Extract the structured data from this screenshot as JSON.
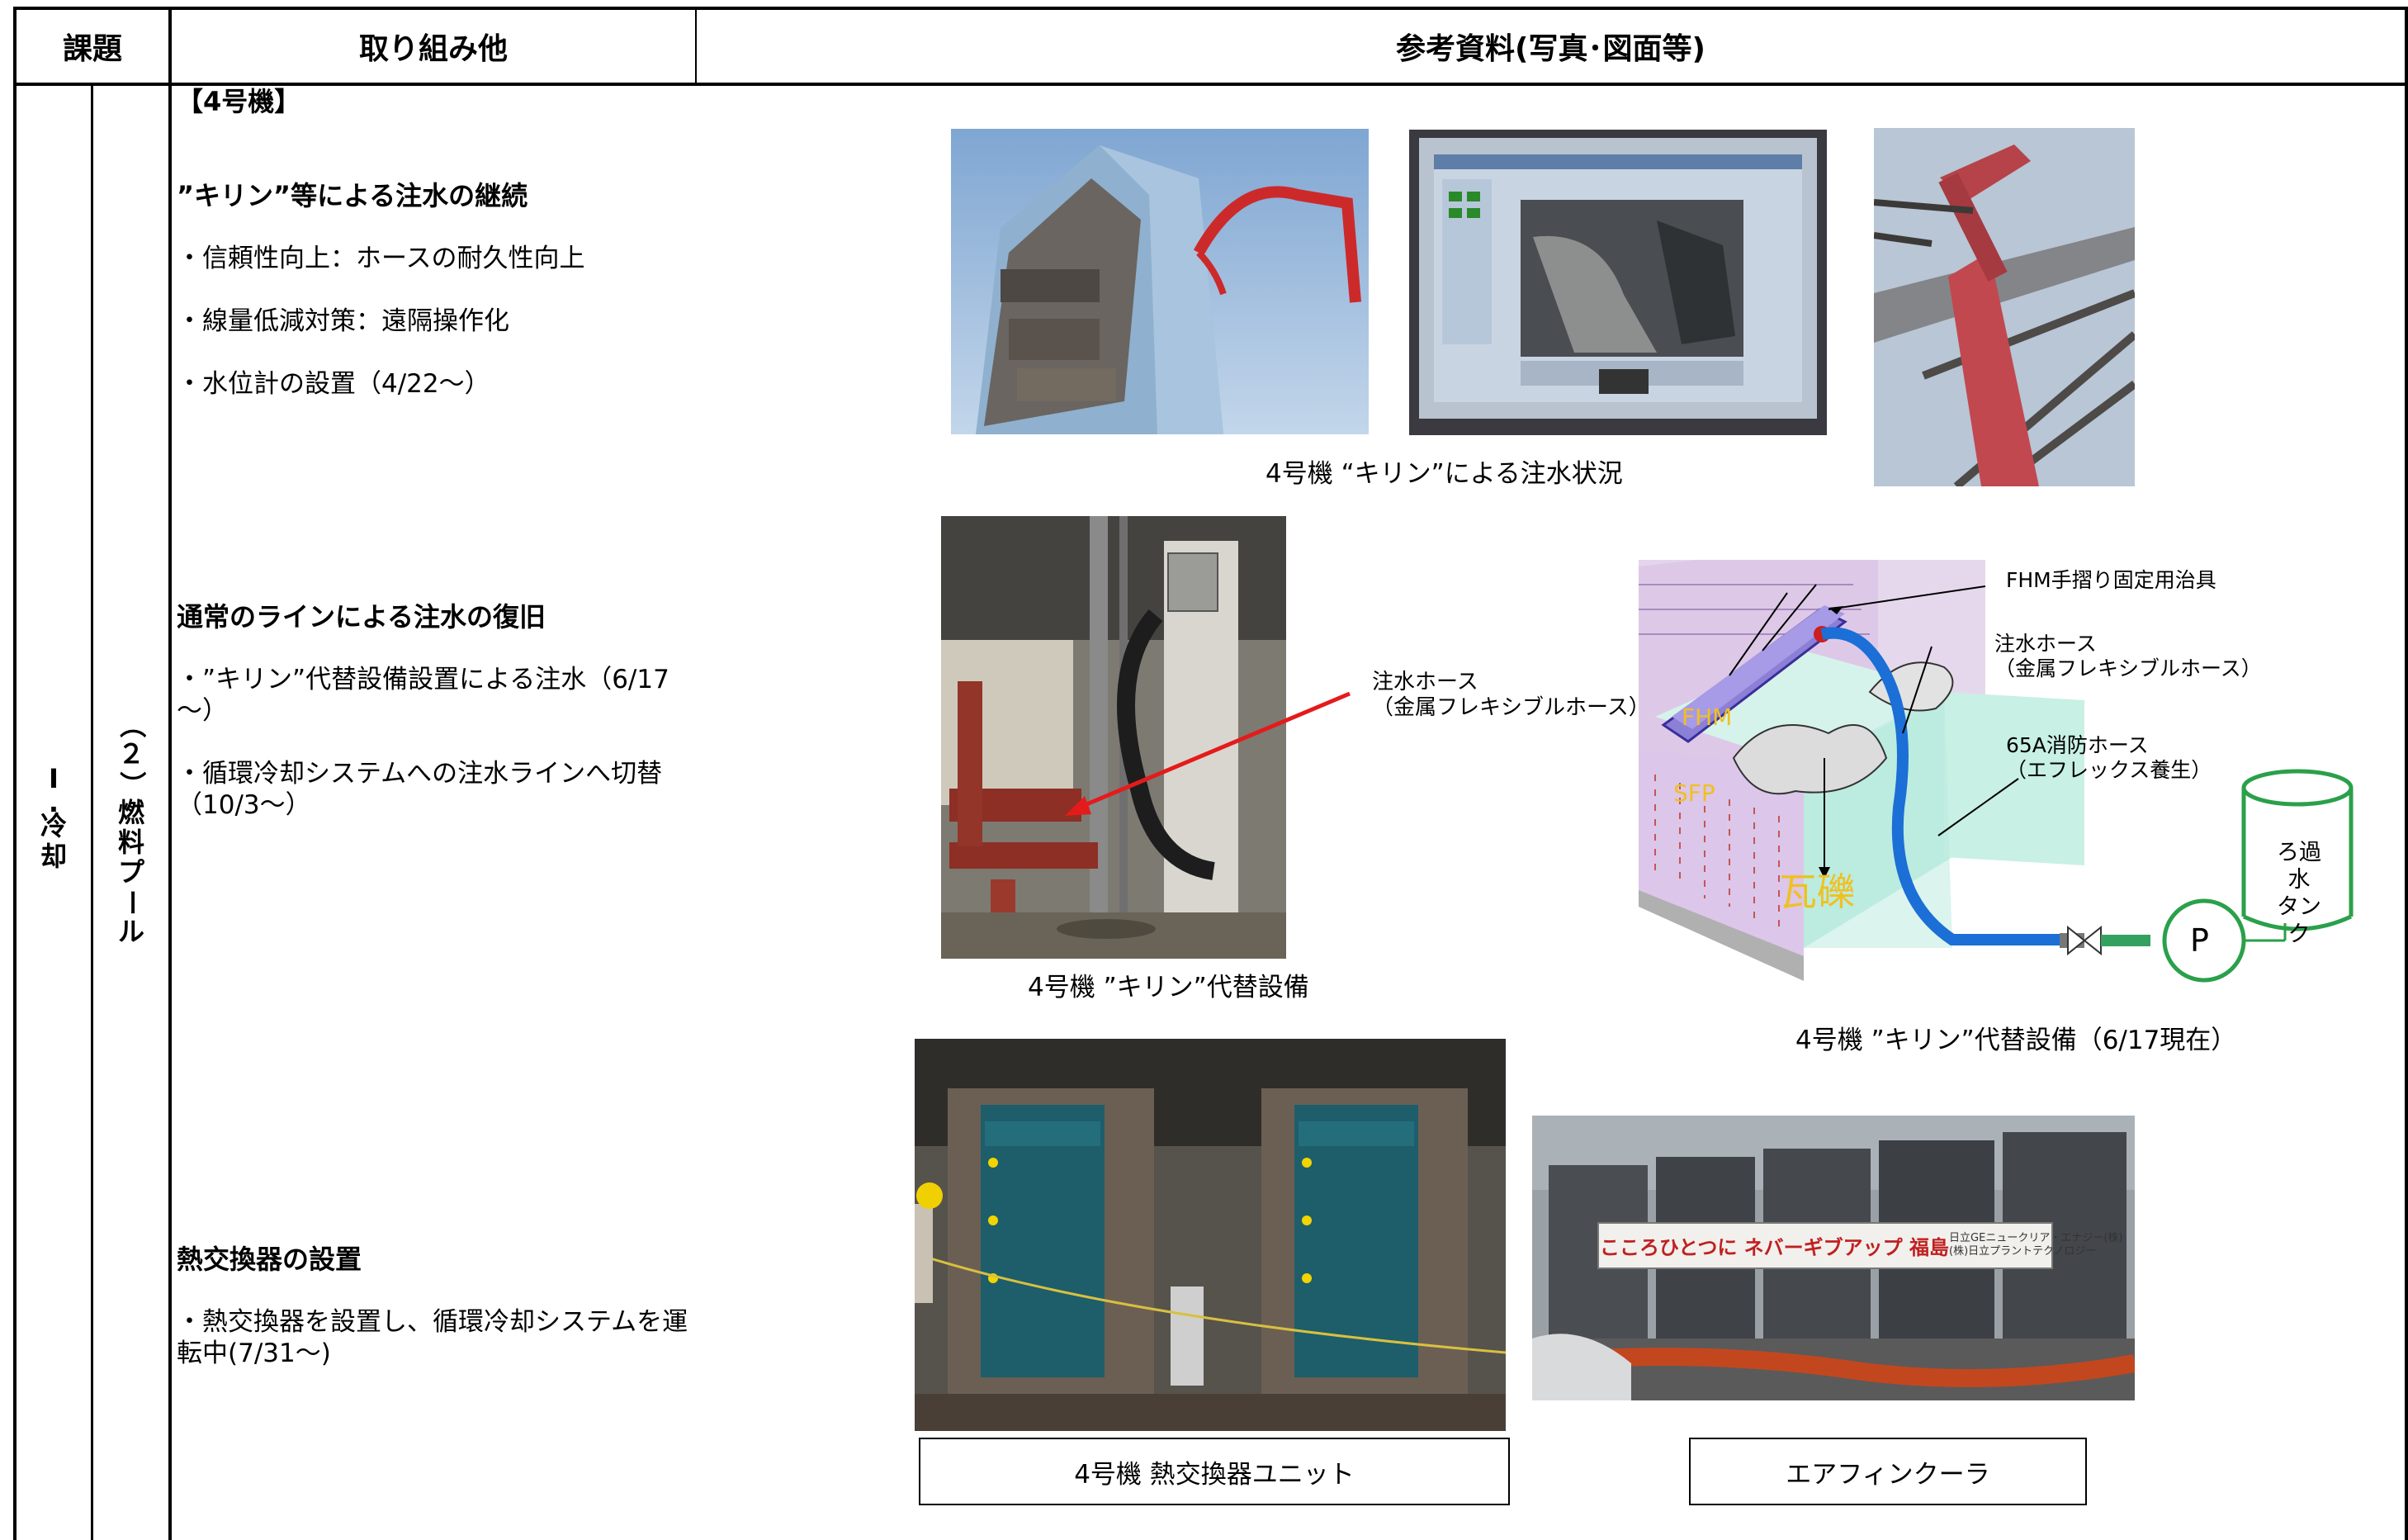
{
  "header": {
    "col1": "課題",
    "col2": "取り組み他",
    "col3": "参考資料(写真･図面等)"
  },
  "row_label": {
    "category": [
      "Ⅰ",
      ".",
      "冷",
      "却"
    ],
    "subcategory": [
      "（",
      "２",
      "）",
      "燃",
      "料",
      "プ",
      "ー",
      "ル"
    ]
  },
  "unit_title": "【4号機】",
  "section1": {
    "title": "”キリン”等による注水の継続",
    "lines": [
      "・信頼性向上：ホースの耐久性向上",
      "・線量低減対策：遠隔操作化",
      "・水位計の設置（4/22～）"
    ]
  },
  "section2": {
    "title": "通常のラインによる注水の復旧",
    "lines": [
      "・”キリン”代替設備設置による注水（6/17～）",
      "・循環冷却システムへの注水ラインへ切替（10/3～）"
    ]
  },
  "section3": {
    "title": "熱交換器の設置",
    "lines": [
      "・熱交換器を設置し、循環冷却システムを運転中(7/31～)"
    ]
  },
  "captions": {
    "giraffe": "4号機 “キリン”による注水状況",
    "alt_equipment": "4号機 ”キリン”代替設備",
    "alt_diagram": "4号機 ”キリン”代替設備（6/17現在）",
    "heat_exchanger": "4号機 熱交換器ユニット",
    "air_fin": "エアフィンクーラ"
  },
  "photo_labels": {
    "hose": "注水ホース\n（金属フレキシブルホース）",
    "banner_main": "こころひとつに ネバーギブアップ 福島",
    "banner_sub1": "日立GEニュークリア・エナジー(株)",
    "banner_sub2": "(株)日立プラントテクノロジー"
  },
  "diagram": {
    "fhm_jig": "FHM手摺り固定用治具",
    "hose1": "注水ホース\n（金属フレキシブルホース）",
    "hose2": "65A消防ホース\n（エフレックス養生）",
    "tank": "ろ過水\nタンク",
    "pump": "P",
    "fhm": "FHM",
    "sfp": "SFP",
    "debris": "瓦礫"
  }
}
